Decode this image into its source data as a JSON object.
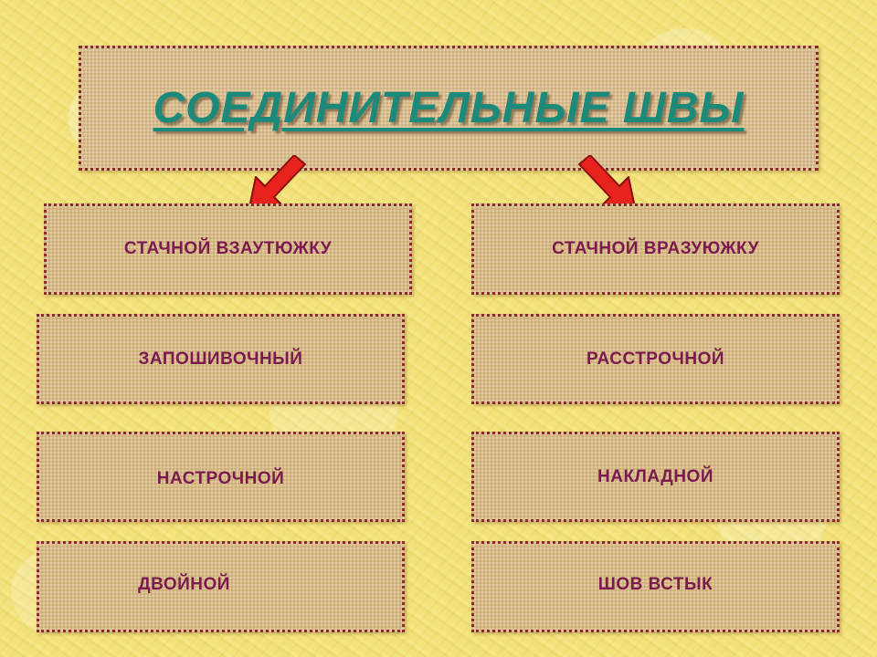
{
  "title": "СОЕДИНИТЕЛЬНЫЕ ШВЫ",
  "colors": {
    "background": "#f3e27c",
    "box_fill": "#d9bc85",
    "box_border": "#8a2a2a",
    "title_text": "#1b8a7b",
    "item_text": "#7a1a4f",
    "arrow_fill": "#e8231d"
  },
  "arrows": [
    {
      "icon": "red-arrow-down-left-icon"
    },
    {
      "icon": "red-arrow-down-right-icon"
    }
  ],
  "left_column": [
    {
      "label": "СТАЧНОЙ ВЗАУТЮЖКУ"
    },
    {
      "label": "ЗАПОШИВОЧНЫЙ"
    },
    {
      "label": "НАСТРОЧНОЙ"
    },
    {
      "label": "ДВОЙНОЙ"
    }
  ],
  "right_column": [
    {
      "label": "СТАЧНОЙ ВРАЗУЮЖКУ"
    },
    {
      "label": "РАССТРОЧНОЙ"
    },
    {
      "label": "НАКЛАДНОЙ"
    },
    {
      "label": "ШОВ ВСТЫК"
    }
  ]
}
